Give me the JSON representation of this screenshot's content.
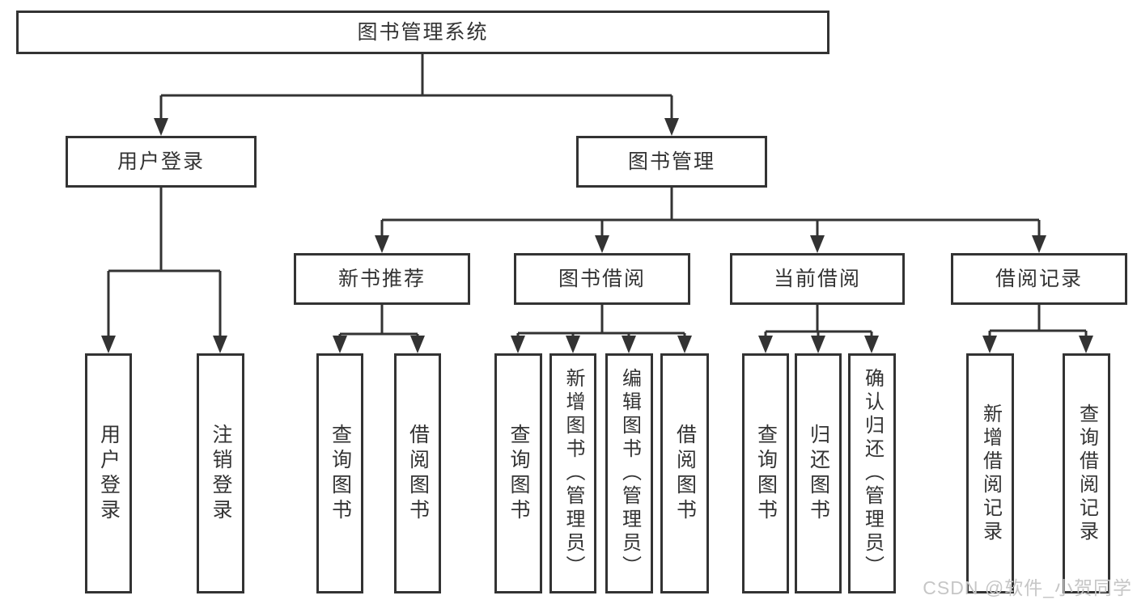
{
  "colors": {
    "line": "#333333",
    "border": "#333333",
    "text": "#333333",
    "background": "#ffffff",
    "watermark": "#c6c6c6"
  },
  "diagram": {
    "root": {
      "label": "图书管理系统"
    },
    "level1": [
      {
        "label": "用户登录"
      },
      {
        "label": "图书管理"
      }
    ],
    "level2": [
      {
        "label": "新书推荐",
        "parent": "图书管理"
      },
      {
        "label": "图书借阅",
        "parent": "图书管理"
      },
      {
        "label": "当前借阅",
        "parent": "图书管理"
      },
      {
        "label": "借阅记录",
        "parent": "图书管理"
      }
    ],
    "leaves": [
      {
        "label": "用户登录",
        "parent": "用户登录"
      },
      {
        "label": "注销登录",
        "parent": "用户登录"
      },
      {
        "label": "查询图书",
        "parent": "新书推荐"
      },
      {
        "label": "借阅图书",
        "parent": "新书推荐"
      },
      {
        "label": "查询图书",
        "parent": "图书借阅"
      },
      {
        "label": "新增图书（管理员）",
        "parent": "图书借阅"
      },
      {
        "label": "编辑图书（管理员）",
        "parent": "图书借阅"
      },
      {
        "label": "借阅图书",
        "parent": "图书借阅"
      },
      {
        "label": "查询图书",
        "parent": "当前借阅"
      },
      {
        "label": "归还图书",
        "parent": "当前借阅"
      },
      {
        "label": "确认归还（管理员）",
        "parent": "当前借阅"
      },
      {
        "label": "新增借阅记录",
        "parent": "借阅记录"
      },
      {
        "label": "查询借阅记录",
        "parent": "借阅记录"
      }
    ],
    "watermark": "CSDN @软件_小贺同学"
  }
}
